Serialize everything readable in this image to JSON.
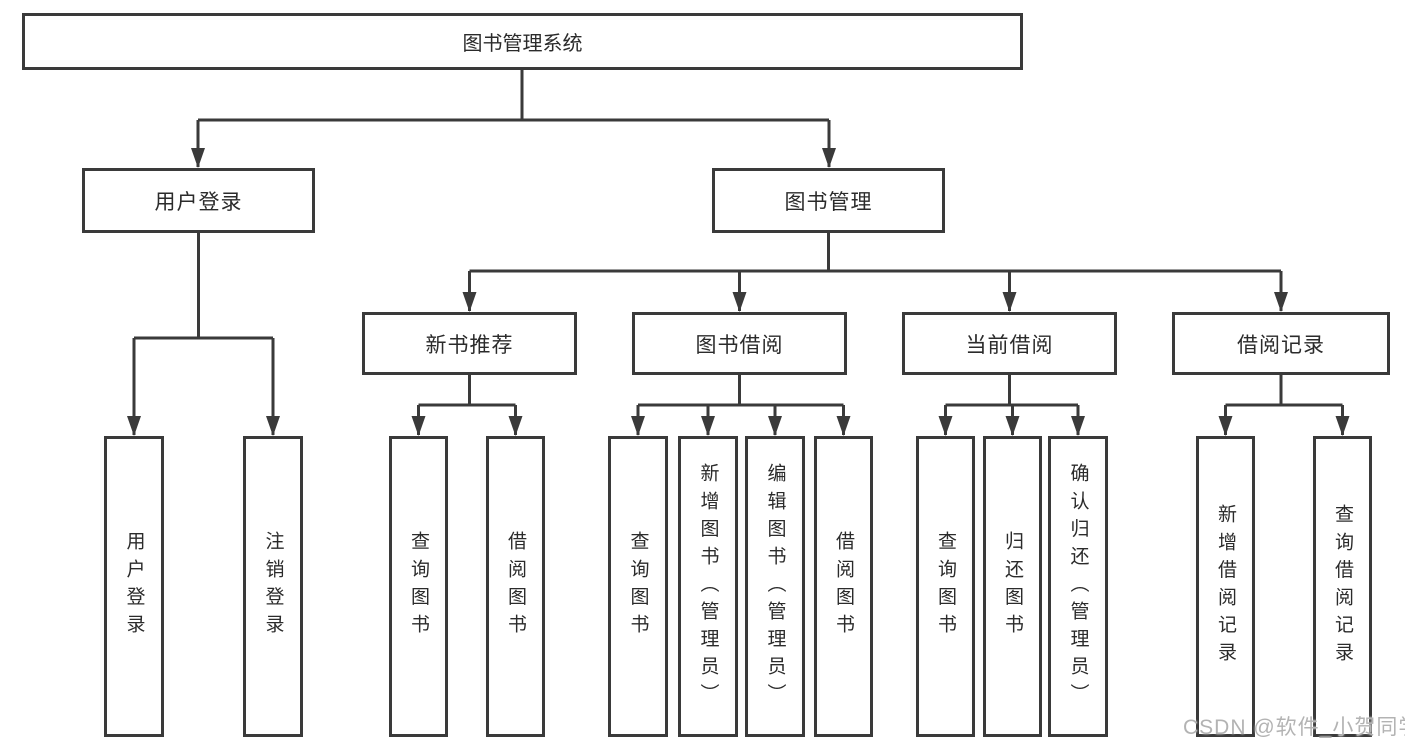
{
  "diagram_title": "图书管理系统",
  "tree": {
    "root": {
      "label": "图书管理系统"
    },
    "branches": [
      {
        "label": "用户登录",
        "children": [
          "用户登录",
          "注销登录"
        ]
      },
      {
        "label": "图书管理",
        "groups": [
          {
            "label": "新书推荐",
            "children": [
              "查询图书",
              "借阅图书"
            ]
          },
          {
            "label": "图书借阅",
            "children": [
              "查询图书",
              "新增图书（管理员）",
              "编辑图书（管理员）",
              "借阅图书"
            ]
          },
          {
            "label": "当前借阅",
            "children": [
              "查询图书",
              "归还图书",
              "确认归还（管理员）"
            ]
          },
          {
            "label": "借阅记录",
            "children": [
              "新增借阅记录",
              "查询借阅记录"
            ]
          }
        ]
      }
    ]
  },
  "watermark": {
    "text": "CSDN @软件_小贺同学"
  },
  "colors": {
    "border": "#3a3a3a",
    "connector": "#3a3a3a",
    "text": "#2b2b2b",
    "background": "#ffffff",
    "watermark": "#b3b3b3"
  }
}
